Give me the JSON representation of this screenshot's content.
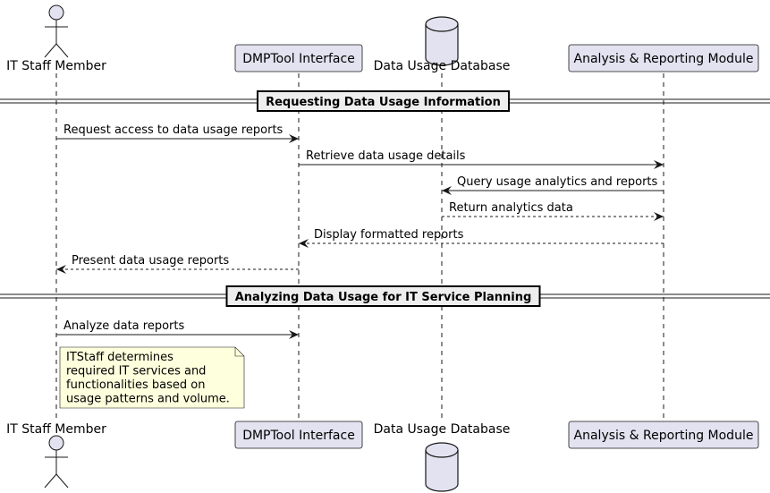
{
  "participants": [
    {
      "id": "staff",
      "label": "IT Staff Member",
      "kind": "actor"
    },
    {
      "id": "dmp",
      "label": "DMPTool Interface",
      "kind": "participant"
    },
    {
      "id": "db",
      "label": "Data Usage Database",
      "kind": "database"
    },
    {
      "id": "arm",
      "label": "Analysis & Reporting Module",
      "kind": "participant"
    }
  ],
  "sections": [
    {
      "label": "Requesting Data Usage Information"
    },
    {
      "label": "Analyzing Data Usage for IT Service Planning"
    }
  ],
  "messages": [
    {
      "from": "staff",
      "to": "dmp",
      "label": "Request access to data usage reports",
      "style": "solid"
    },
    {
      "from": "dmp",
      "to": "arm",
      "label": "Retrieve data usage details",
      "style": "solid"
    },
    {
      "from": "arm",
      "to": "db",
      "label": "Query usage analytics and reports",
      "style": "solid"
    },
    {
      "from": "db",
      "to": "arm",
      "label": "Return analytics data",
      "style": "dashed"
    },
    {
      "from": "arm",
      "to": "dmp",
      "label": "Display formatted reports",
      "style": "dashed"
    },
    {
      "from": "dmp",
      "to": "staff",
      "label": "Present data usage reports",
      "style": "dashed"
    },
    {
      "from": "staff",
      "to": "dmp",
      "label": "Analyze data reports",
      "style": "solid"
    }
  ],
  "note": {
    "over": "staff",
    "lines": [
      "ITStaff determines",
      "required IT services and",
      "functionalities based on",
      "usage patterns and volume."
    ]
  },
  "colors": {
    "participant_fill": "#E2E2F0",
    "participant_border": "#181818",
    "lifeline": "#181818",
    "note_fill": "#FEFFDD",
    "divider_fill": "#EEEEEE"
  }
}
